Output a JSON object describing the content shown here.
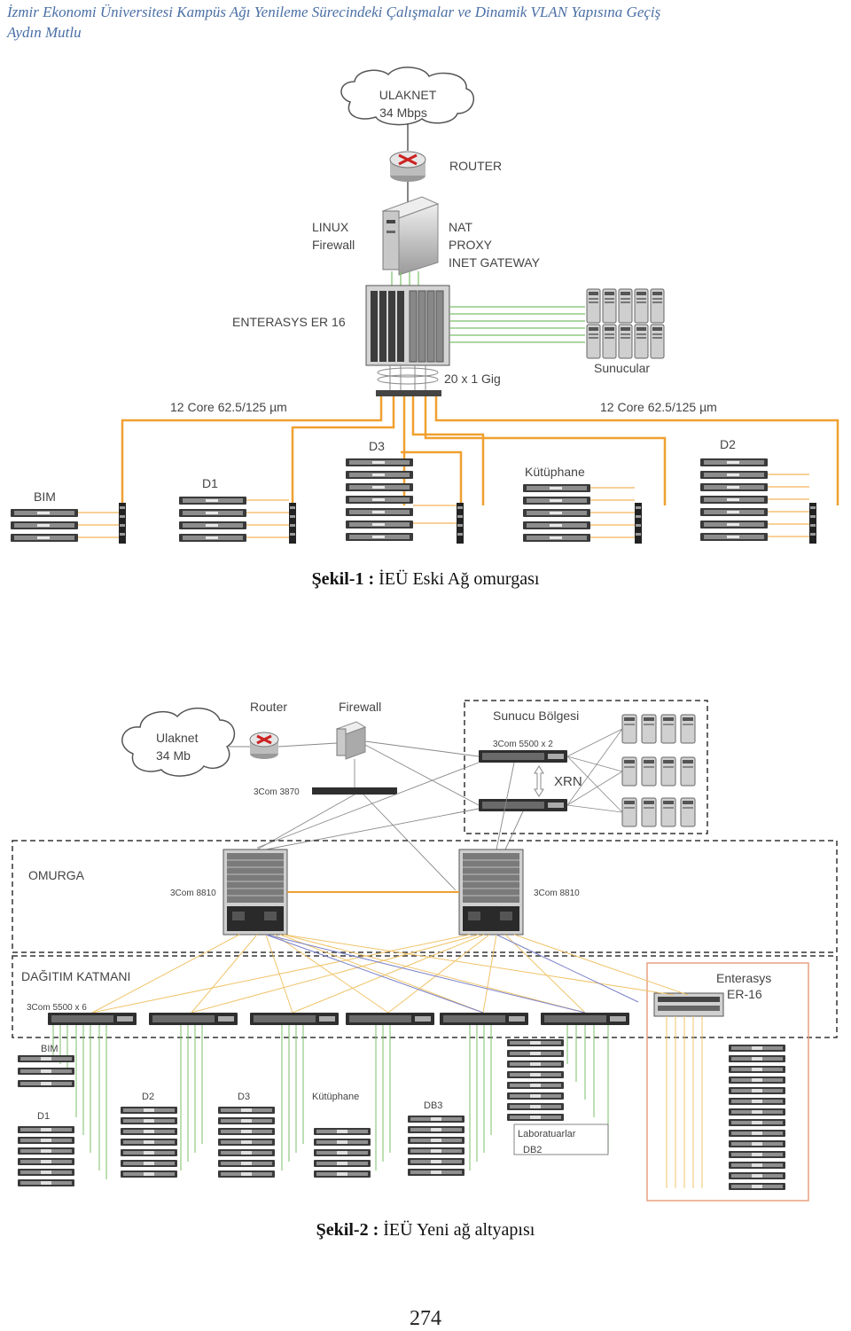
{
  "header": {
    "title": "İzmir Ekonomi Üniversitesi Kampüs Ağı Yenileme Sürecindeki Çalışmalar ve Dinamik VLAN Yapısına Geçiş",
    "author": "Aydın Mutlu"
  },
  "figure1": {
    "cloud_line1": "ULAKNET",
    "cloud_line2": "34 Mbps",
    "router_label": "ROUTER",
    "firewall_line1": "LINUX",
    "firewall_line2": "Firewall",
    "gateway_line1": "NAT",
    "gateway_line2": "PROXY",
    "gateway_line3": "INET GATEWAY",
    "core_label": "ENTERASYS ER 16",
    "servers_label": "Sunucular",
    "gig_label": "20 x 1 Gig",
    "fiber_left": "12 Core 62.5/125 µm",
    "fiber_right": "12 Core 62.5/125 µm",
    "sites": [
      "BIM",
      "D1",
      "D3",
      "Kütüphane",
      "D2"
    ],
    "caption_label": "Şekil-1 :",
    "caption_text": " İEÜ Eski Ağ omurgası"
  },
  "figure2": {
    "cloud_line1": "Ulaknet",
    "cloud_line2": "34 Mb",
    "router_label": "Router",
    "firewall_label": "Firewall",
    "switch3870_label": "3Com 3870",
    "server_zone_label": "Sunucu Bölgesi",
    "server_switch_label": "3Com 5500 x 2",
    "xrn_label": "XRN",
    "backbone_label": "OMURGA",
    "core_left_label": "3Com 8810",
    "core_right_label": "3Com 8810",
    "distribution_label": "DAĞITIM KATMANI",
    "dist_switch_label": "3Com 5500 x 6",
    "enterasys_line1": "Enterasys",
    "enterasys_line2": "ER-16",
    "sites": [
      "BIM",
      "D1",
      "D2",
      "D3",
      "Kütüphane",
      "DB3",
      "Laboratuarlar",
      "DB2"
    ],
    "caption_label": "Şekil-2 :",
    "caption_text": " İEÜ Yeni ağ altyapısı"
  },
  "page_number": "274",
  "colors": {
    "header_text": "#4a6fa5",
    "fiber": "#f0a030",
    "green_links": "#7bbf6a",
    "yellow_links": "#f0c46a",
    "blue_links": "#7a80c8",
    "enterasys_box": "#e8a080"
  }
}
